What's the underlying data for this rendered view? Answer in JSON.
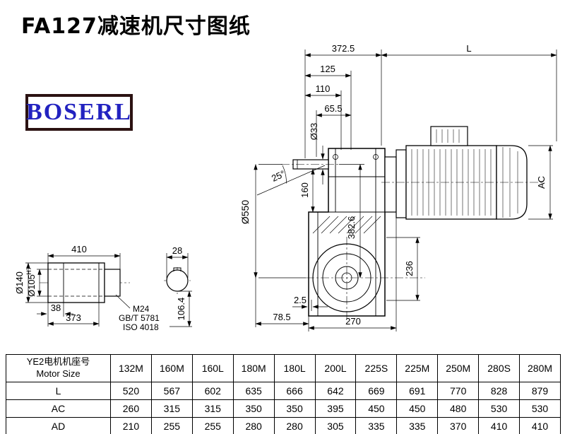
{
  "title": "FA127减速机尺寸图纸",
  "logo": "BOSERL",
  "drawing": {
    "top_dims": {
      "overall": "372.5",
      "motor_length": "L",
      "d125": "125",
      "d110": "110",
      "d65_5": "65.5"
    },
    "main_dims": {
      "shaft_dia": "Ø33",
      "d160": "160",
      "angle": "25°",
      "housing_dia": "Ø550",
      "d382_6": "382.6",
      "ac": "AC",
      "d236": "236"
    },
    "bottom_dims": {
      "d2_5": "2.5",
      "d78_5": "78.5",
      "d270": "270"
    },
    "shaft_detail": {
      "length": "410",
      "d38": "38",
      "d373": "373",
      "outer_dia": "Ø140",
      "bore_dia": "Ø105",
      "bore_tol": "H7",
      "bolt": "M24",
      "bolt_std": "GB/T 5781",
      "bolt_iso": "ISO 4018"
    },
    "key_detail": {
      "width": "28",
      "depth": "106.4"
    }
  },
  "table": {
    "header": {
      "line1": "YE2电机机座号",
      "line2": "Motor Size"
    },
    "columns": [
      "132M",
      "160M",
      "160L",
      "180M",
      "180L",
      "200L",
      "225S",
      "225M",
      "250M",
      "280S",
      "280M"
    ],
    "rows": [
      {
        "label": "L",
        "values": [
          "520",
          "567",
          "602",
          "635",
          "666",
          "642",
          "669",
          "691",
          "770",
          "828",
          "879"
        ]
      },
      {
        "label": "AC",
        "values": [
          "260",
          "315",
          "315",
          "350",
          "350",
          "395",
          "450",
          "450",
          "480",
          "530",
          "530"
        ]
      },
      {
        "label": "AD",
        "values": [
          "210",
          "255",
          "255",
          "280",
          "280",
          "305",
          "335",
          "335",
          "370",
          "410",
          "410"
        ]
      }
    ]
  }
}
